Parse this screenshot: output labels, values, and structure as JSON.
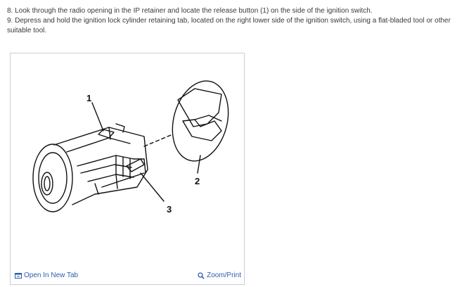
{
  "instructions": {
    "step8": "8. Look through the radio opening in the IP retainer and locate the release button (1) on the side of the ignition switch.",
    "step9": "9. Depress and hold the ignition lock cylinder retaining tab, located on the right lower side of the ignition switch, using a flat-bladed tool or other suitable tool."
  },
  "figure": {
    "callouts": [
      "1",
      "2",
      "3"
    ]
  },
  "footer": {
    "open_label": "Open In New Tab",
    "zoom_label": "Zoom/Print",
    "link_color": "#2a5db0",
    "open_icon": "open-in-new-tab-icon",
    "zoom_icon": "magnifier-icon"
  }
}
